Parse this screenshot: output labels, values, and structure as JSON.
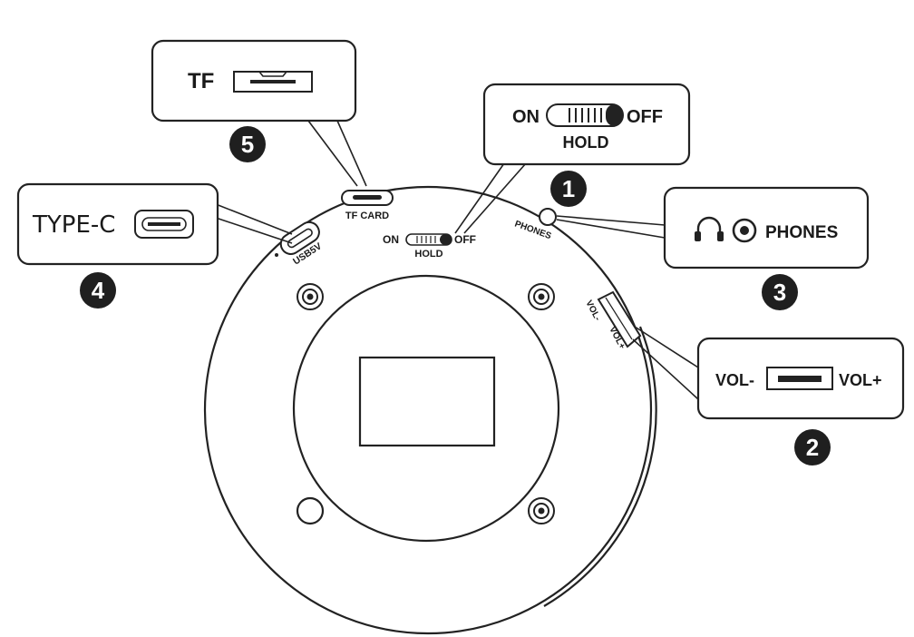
{
  "callouts": {
    "tf": {
      "label": "TF",
      "number": "5"
    },
    "power": {
      "on": "ON",
      "off": "OFF",
      "hold": "HOLD",
      "number": "1"
    },
    "typec": {
      "label": "TYPE-C",
      "number": "4"
    },
    "phones": {
      "label": "PHONES",
      "number": "3"
    },
    "volume": {
      "minus": "VOL-",
      "plus": "VOL+",
      "number": "2"
    }
  },
  "device": {
    "tf_card": "TF CARD",
    "usb": "USB5V",
    "switch_on": "ON",
    "switch_off": "OFF",
    "switch_hold": "HOLD",
    "phones": "PHONES",
    "vol_minus": "VOL-",
    "vol_plus": "VOL+"
  },
  "icons": {
    "headphone": "headphone-icon",
    "jack": "audio-jack-icon",
    "sd_slot": "sd-card-slot-icon",
    "usb_c": "usb-c-port-icon"
  }
}
